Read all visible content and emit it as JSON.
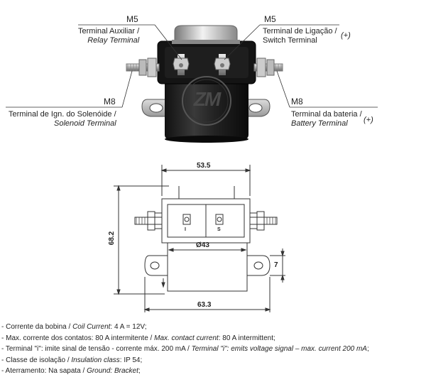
{
  "callouts": {
    "aux": {
      "thread": "M5",
      "pt": "Terminal Auxiliar /",
      "en": "Relay Terminal"
    },
    "switch": {
      "thread": "M5",
      "pt": "Terminal de Ligação /",
      "en": "Switch Terminal",
      "sign": "(+)"
    },
    "ign": {
      "thread": "M8",
      "pt": "Terminal de Ign. do Solenóide /",
      "en": "Solenoid Terminal"
    },
    "battery": {
      "thread": "M8",
      "pt": "Terminal da bateria /",
      "en": "Battery Terminal",
      "sign": "(+)"
    }
  },
  "logo": "ZM",
  "dimensions": {
    "top_width": "53.5",
    "height": "68.2",
    "diameter": "Ø43",
    "base_width": "63.3",
    "bracket": "7",
    "term_i": "I",
    "term_s": "S"
  },
  "specs": [
    {
      "pt": "- Corrente da bobina / ",
      "en": "Coil Current",
      "val": ": 4 A = 12V;"
    },
    {
      "pt": "- Max. corrente dos contatos: 80 A intermitente / ",
      "en": "Max. contact current",
      "val": ": 80 A intermittent;"
    },
    {
      "pt": "- Terminal \"i\": imite sinal de tensão - corrente máx. 200 mA / ",
      "en": "Terminal \"i\": emits voltage signal – max. current 200 mA",
      "val": ";"
    },
    {
      "pt": "- Classe de isolação / ",
      "en": "Insulation class",
      "val": ": IP 54;"
    },
    {
      "pt": "- Aterramento: Na sapata / ",
      "en": "Ground: Bracket",
      "val": ";"
    }
  ]
}
